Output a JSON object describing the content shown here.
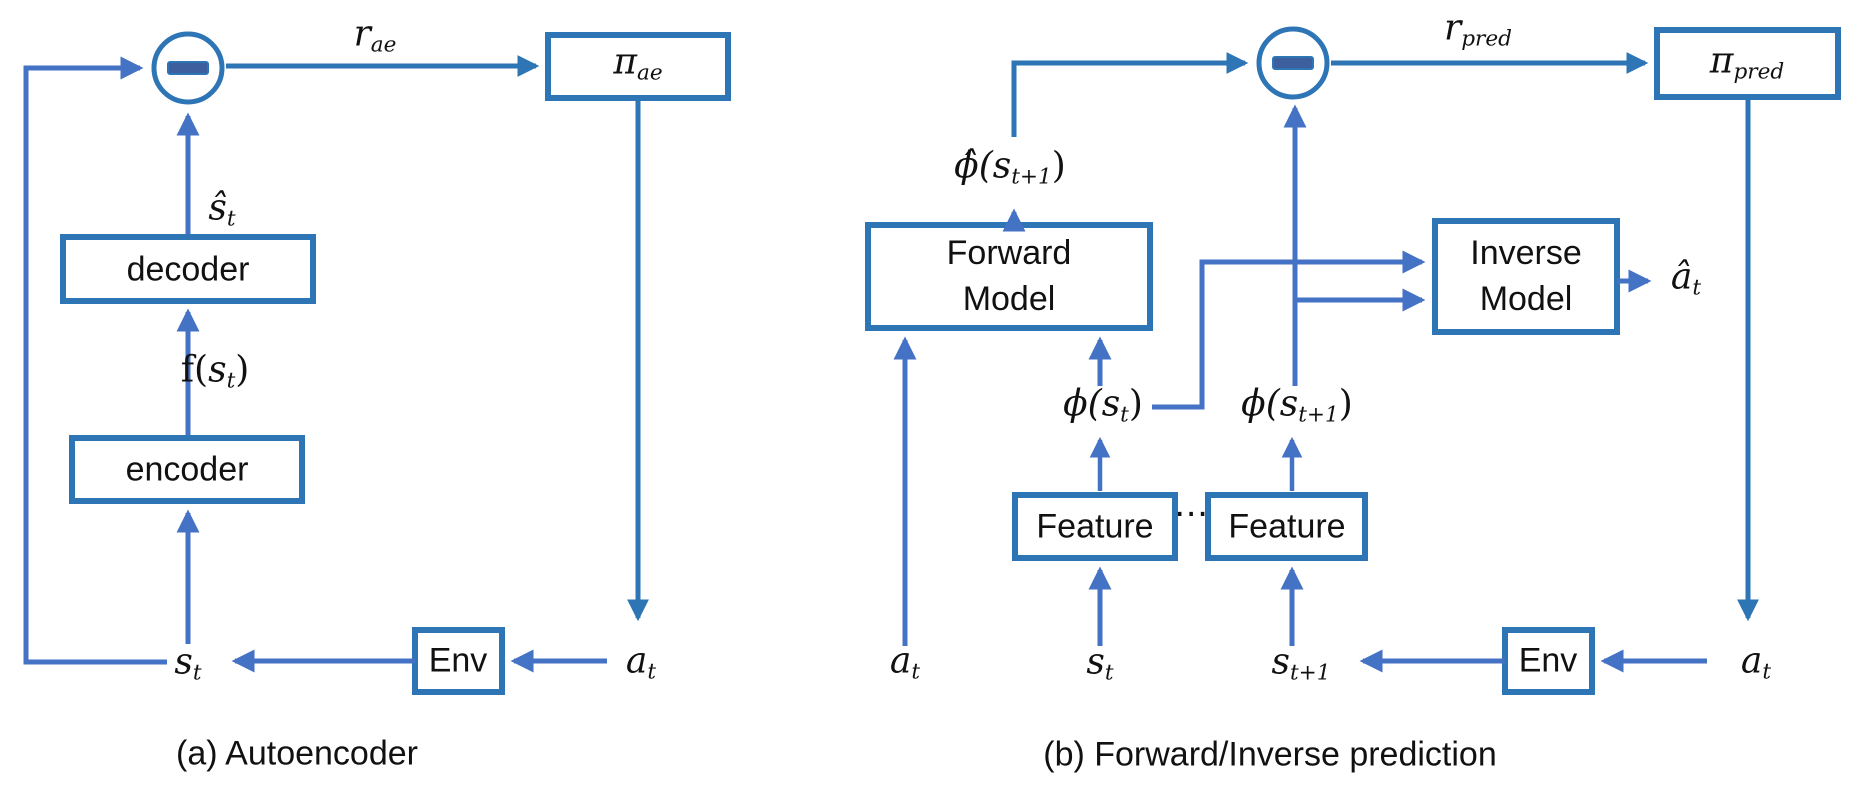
{
  "figure": {
    "colors": {
      "primary": "#2E75B6",
      "secondary": "#4472C4",
      "minus_fill": "#3E5F9D",
      "text": "#111111"
    },
    "captions": {
      "a": "(a) Autoencoder",
      "b": "(b) Forward/Inverse prediction"
    },
    "boxes": {
      "decoder": "decoder",
      "encoder": "encoder",
      "env_a": "Env",
      "env_b": "Env",
      "feature_1": "Feature",
      "feature_2": "Feature",
      "forward": {
        "line1": "Forward",
        "line2": "Model"
      },
      "inverse": {
        "line1": "Inverse",
        "line2": "Model"
      }
    },
    "dots": "⋯",
    "math": {
      "r_ae": [
        {
          "t": "r"
        },
        {
          "t": "ae",
          "sub": true
        }
      ],
      "pi_ae": [
        {
          "t": "π"
        },
        {
          "t": "ae",
          "sub": true
        }
      ],
      "s_hat_t": [
        {
          "t": "ŝ"
        },
        {
          "t": "t",
          "sub": true
        }
      ],
      "f_st": [
        {
          "t": "f(",
          "plain": true
        },
        {
          "t": "s"
        },
        {
          "t": "t",
          "sub": true
        },
        {
          "t": ")",
          "plain": true
        }
      ],
      "s_t_a": [
        {
          "t": "s"
        },
        {
          "t": "t",
          "sub": true
        }
      ],
      "a_t_a": [
        {
          "t": "a"
        },
        {
          "t": "t",
          "sub": true
        }
      ],
      "r_pred": [
        {
          "t": "r"
        },
        {
          "t": "pred",
          "sub": true
        }
      ],
      "pi_pred": [
        {
          "t": "π"
        },
        {
          "t": "pred",
          "sub": true
        }
      ],
      "phi_hat_st1": [
        {
          "t": "ϕ̂("
        },
        {
          "t": "s"
        },
        {
          "t": "t+1",
          "sub": true
        },
        {
          "t": ")",
          "plain": true
        }
      ],
      "phi_st": [
        {
          "t": "ϕ("
        },
        {
          "t": "s"
        },
        {
          "t": "t",
          "sub": true
        },
        {
          "t": ")",
          "plain": true
        }
      ],
      "phi_st1": [
        {
          "t": "ϕ("
        },
        {
          "t": "s"
        },
        {
          "t": "t+1",
          "sub": true
        },
        {
          "t": ")",
          "plain": true
        }
      ],
      "a_hat_t": [
        {
          "t": "â"
        },
        {
          "t": "t",
          "sub": true
        }
      ],
      "a_t_b_left": [
        {
          "t": "a"
        },
        {
          "t": "t",
          "sub": true
        }
      ],
      "s_t_b": [
        {
          "t": "s"
        },
        {
          "t": "t",
          "sub": true
        }
      ],
      "s_t1_b": [
        {
          "t": "s"
        },
        {
          "t": "t+1",
          "sub": true
        }
      ],
      "a_t_b_right": [
        {
          "t": "a"
        },
        {
          "t": "t",
          "sub": true
        }
      ]
    }
  }
}
